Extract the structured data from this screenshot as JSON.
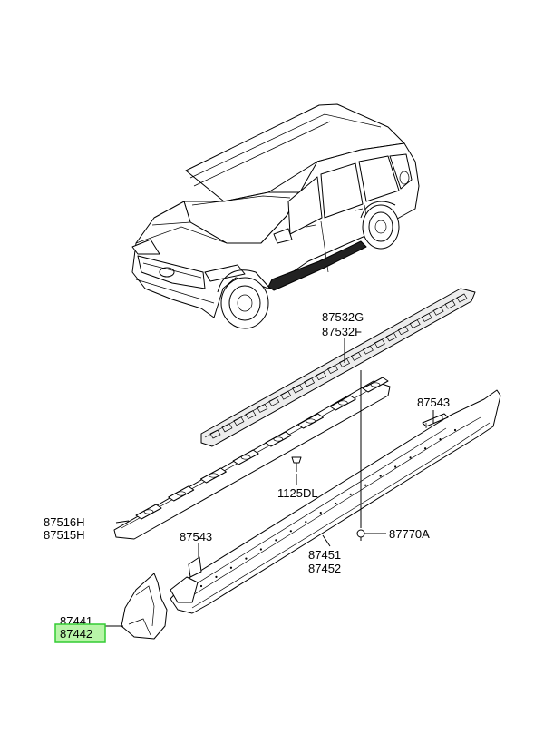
{
  "labels": {
    "p87532": [
      "87532G",
      "87532F"
    ],
    "p87543_top": "87543",
    "p1125dl": "1125DL",
    "p87516": [
      "87516H",
      "87515H"
    ],
    "p87543_mid": "87543",
    "p87770": "87770A",
    "p87451": [
      "87451",
      "87452"
    ],
    "p87441": [
      "87441",
      "87442"
    ]
  },
  "highlight": {
    "label": "87442",
    "border_color": "#33cc33",
    "fill_color": "#b8f5a8"
  }
}
